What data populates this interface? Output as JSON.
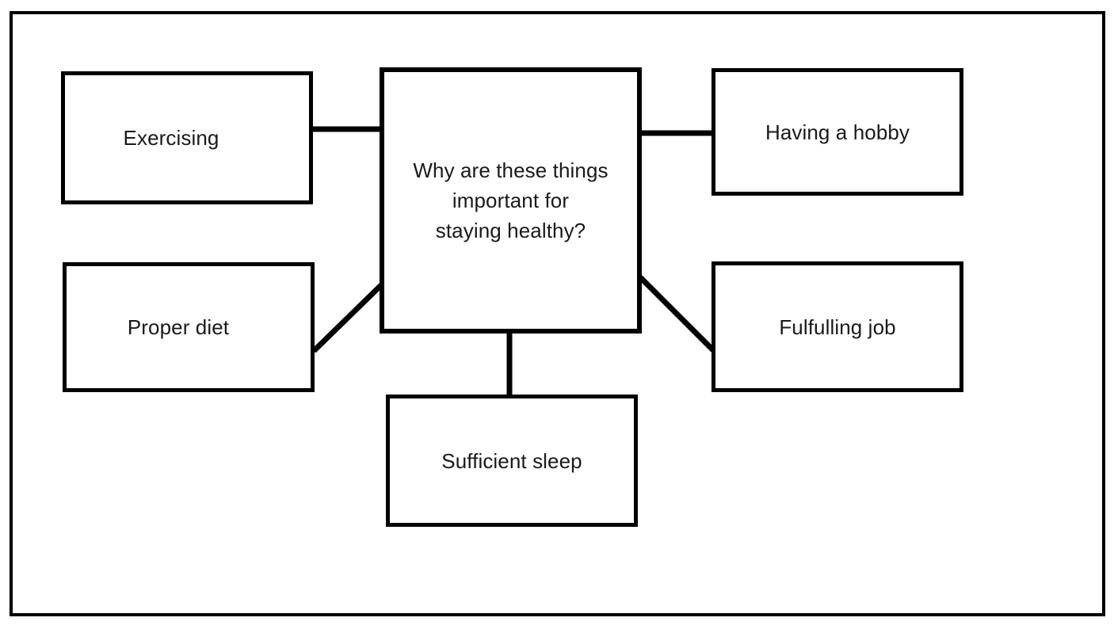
{
  "diagram": {
    "type": "mind-map",
    "title": "Why are these things important for staying healthy?",
    "frame_color": "#000000",
    "node_border_color": "#000000",
    "node_fill_color": "#ffffff",
    "text_color": "#1a1a1a",
    "central_node": {
      "id": "central",
      "label": "Why are these things\nimportant for\nstaying healthy?",
      "lines": [
        "Why are these things",
        "important for",
        "staying healthy?"
      ]
    },
    "nodes": [
      {
        "id": "exercising",
        "label": "Exercising",
        "position": "top-left",
        "connector": "horizontal"
      },
      {
        "id": "proper-diet",
        "label": "Proper diet",
        "position": "bottom-left",
        "connector": "diagonal"
      },
      {
        "id": "having-a-hobby",
        "label": "Having a hobby",
        "position": "top-right",
        "connector": "horizontal"
      },
      {
        "id": "fulfulling-job",
        "label": "Fulfulling job",
        "position": "bottom-right",
        "connector": "diagonal"
      },
      {
        "id": "sufficient-sleep",
        "label": "Sufficient sleep",
        "position": "bottom-center",
        "connector": "vertical"
      }
    ],
    "edges": [
      {
        "from": "central",
        "to": "exercising"
      },
      {
        "from": "central",
        "to": "proper-diet"
      },
      {
        "from": "central",
        "to": "having-a-hobby"
      },
      {
        "from": "central",
        "to": "fulfulling-job"
      },
      {
        "from": "central",
        "to": "sufficient-sleep"
      }
    ]
  }
}
